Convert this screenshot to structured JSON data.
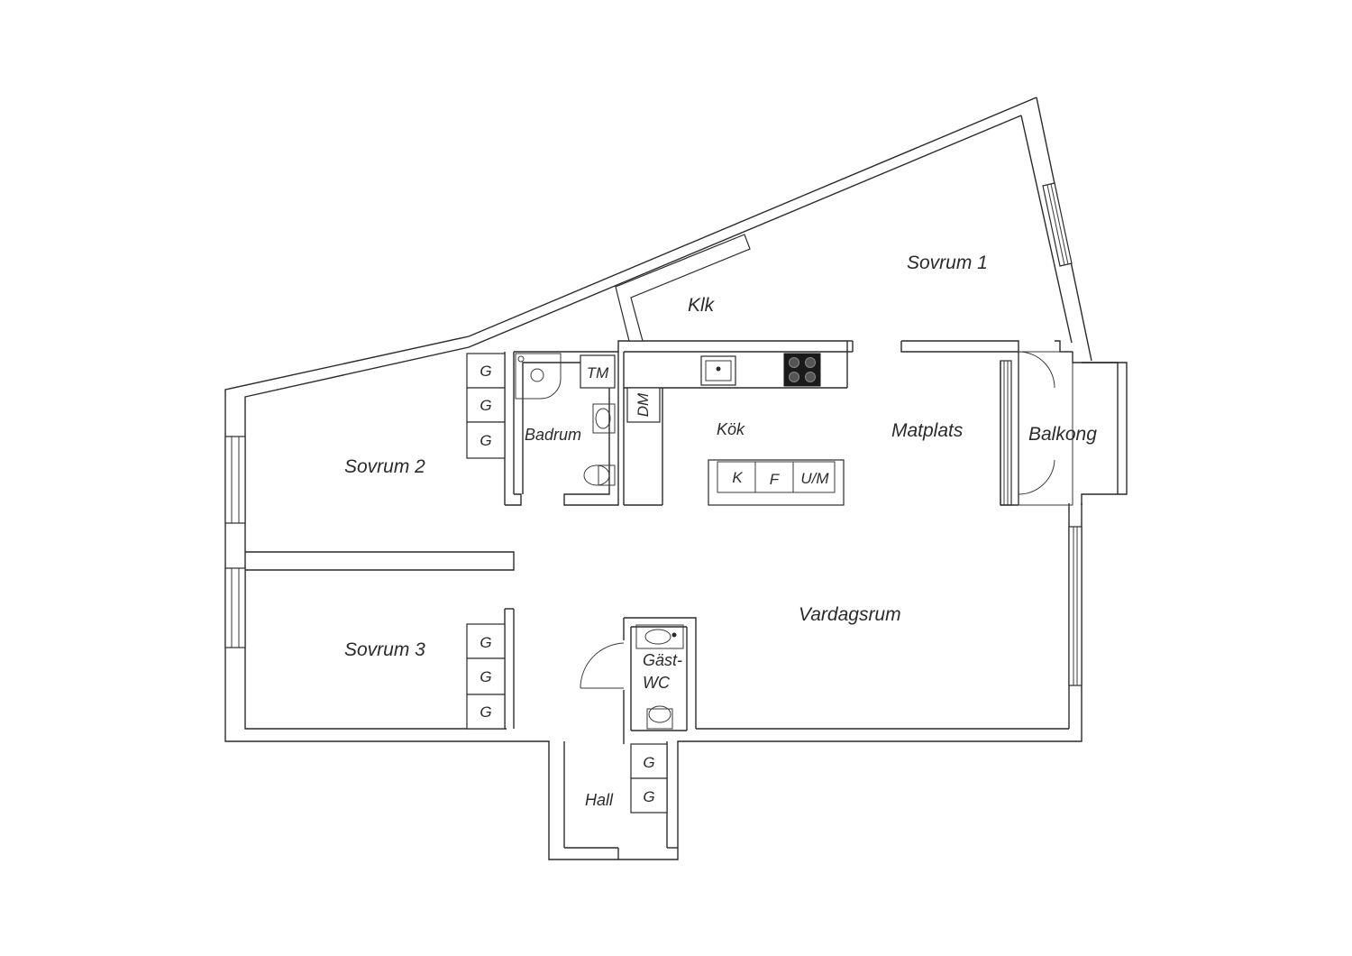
{
  "rooms": {
    "sovrum1": "Sovrum 1",
    "sovrum2": "Sovrum 2",
    "sovrum3": "Sovrum 3",
    "klk": "Klk",
    "kok": "Kök",
    "matplats": "Matplats",
    "balkong": "Balkong",
    "badrum": "Badrum",
    "vardagsrum": "Vardagsrum",
    "gastwc_line1": "Gäst-",
    "gastwc_line2": "WC",
    "hall": "Hall"
  },
  "fixtures": {
    "wardrobe": "G",
    "washing_machine": "TM",
    "dishwasher": "DM",
    "fridge": "K",
    "freezer": "F",
    "oven_microwave": "U/M"
  },
  "colors": {
    "wall": "#2a2a2a",
    "background": "#ffffff",
    "stove": "#1a1a1a"
  }
}
